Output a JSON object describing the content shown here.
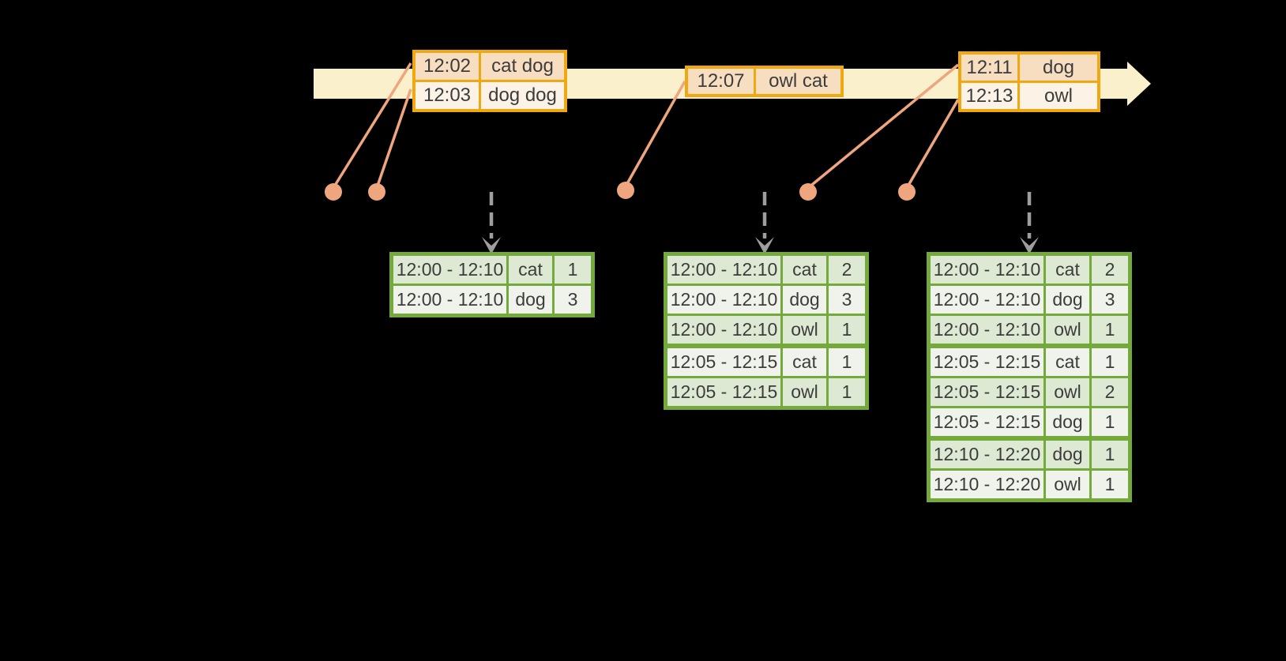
{
  "colors": {
    "background": "#000000",
    "timeline_band": "#faf0cb",
    "input_border": "#f0a811",
    "input_row_dark": "#f8dec0",
    "input_row_light": "#fcf3e6",
    "event_salmon": "#efa57e",
    "trigger_gray": "#9e9e9e",
    "result_border": "#74aa3b",
    "result_row_green": "#dee9d3",
    "result_row_light": "#eff3eb",
    "text": "#3c3c3c"
  },
  "icons": {
    "timeline_arrowhead": "right-arrow",
    "trigger_arrow": "dashed-down-arrow",
    "event_marker": "filled-circle"
  },
  "input_tables": [
    {
      "rows": [
        {
          "time": "12:02",
          "words": "cat dog"
        },
        {
          "time": "12:03",
          "words": "dog dog"
        }
      ]
    },
    {
      "rows": [
        {
          "time": "12:07",
          "words": "owl cat"
        }
      ]
    },
    {
      "rows": [
        {
          "time": "12:11",
          "words": "dog"
        },
        {
          "time": "12:13",
          "words": "owl"
        }
      ]
    }
  ],
  "result_tables": [
    {
      "rows": [
        {
          "window": "12:00 - 12:10",
          "word": "cat",
          "count": "1"
        },
        {
          "window": "12:00 - 12:10",
          "word": "dog",
          "count": "3"
        }
      ]
    },
    {
      "rows": [
        {
          "window": "12:00 - 12:10",
          "word": "cat",
          "count": "2"
        },
        {
          "window": "12:00 - 12:10",
          "word": "dog",
          "count": "3"
        },
        {
          "window": "12:00 - 12:10",
          "word": "owl",
          "count": "1"
        },
        {
          "window": "12:05 - 12:15",
          "word": "cat",
          "count": "1"
        },
        {
          "window": "12:05 - 12:15",
          "word": "owl",
          "count": "1"
        }
      ]
    },
    {
      "rows": [
        {
          "window": "12:00 - 12:10",
          "word": "cat",
          "count": "2"
        },
        {
          "window": "12:00 - 12:10",
          "word": "dog",
          "count": "3"
        },
        {
          "window": "12:00 - 12:10",
          "word": "owl",
          "count": "1"
        },
        {
          "window": "12:05 - 12:15",
          "word": "cat",
          "count": "1"
        },
        {
          "window": "12:05 - 12:15",
          "word": "owl",
          "count": "2"
        },
        {
          "window": "12:05 - 12:15",
          "word": "dog",
          "count": "1"
        },
        {
          "window": "12:10 - 12:20",
          "word": "dog",
          "count": "1"
        },
        {
          "window": "12:10 - 12:20",
          "word": "owl",
          "count": "1"
        }
      ]
    }
  ]
}
